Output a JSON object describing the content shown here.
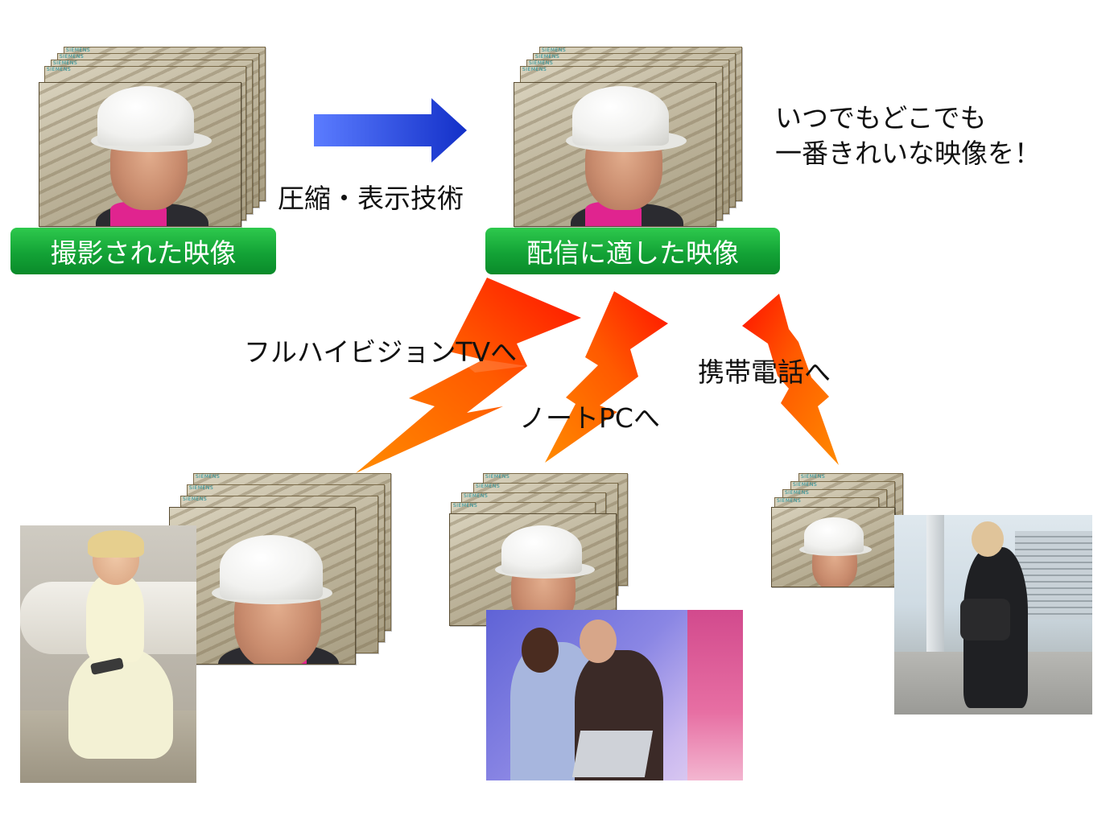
{
  "labels": {
    "captured": "撮影された映像",
    "compression": "圧縮・表示技術",
    "distribution": "配信に適した映像",
    "tagline_line1": "いつでもどこでも",
    "tagline_line2": "一番きれいな映像を！",
    "to_hdtv": "フルハイビジョンTVへ",
    "to_notebook": "ノートPCへ",
    "to_mobile": "携帯電話へ"
  },
  "brand_mark": "SIEMENS",
  "colors": {
    "badge_green": "#13a336",
    "arrow_blue": "#2a48e0",
    "bolt_orange": "#ff6a00",
    "bolt_red": "#ff1a00"
  }
}
